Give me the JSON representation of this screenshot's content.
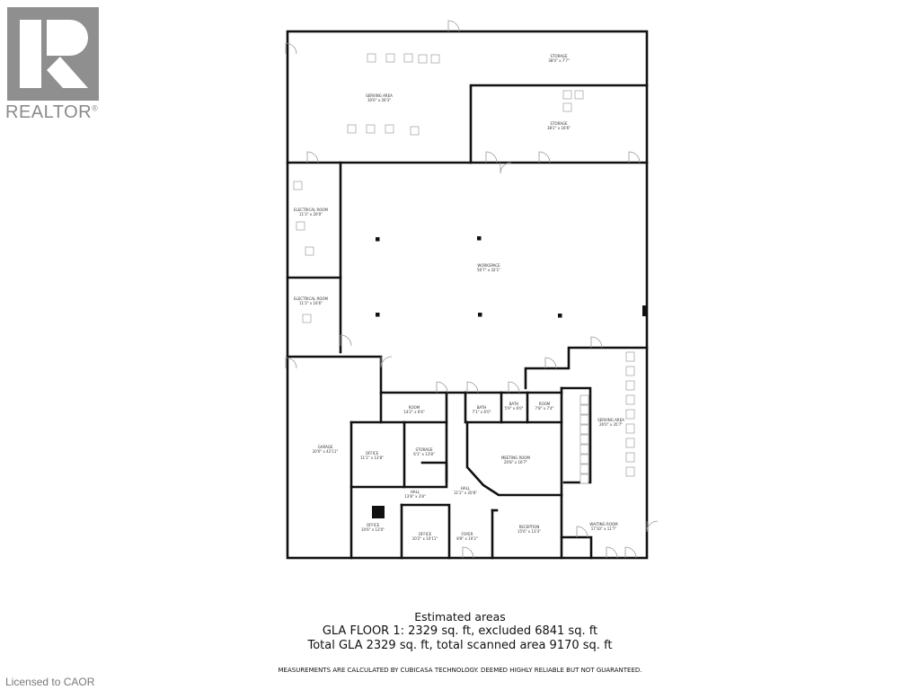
{
  "logo": {
    "text": "REALTOR",
    "mark": "®"
  },
  "rooms": [
    {
      "name": "SERVING AREA",
      "dims": "30'6\" x 26'3\""
    },
    {
      "name": "STORAGE",
      "dims": "38'0\" x 7'7\""
    },
    {
      "name": "STORAGE",
      "dims": "38'2\" x 16'6\""
    },
    {
      "name": "ELECTRICAL ROOM",
      "dims": "11'3\" x 20'0\""
    },
    {
      "name": "ELECTRICAL ROOM",
      "dims": "11'3\" x 16'6\""
    },
    {
      "name": "WORKSPACE",
      "dims": "56'7\" x 32'1\""
    },
    {
      "name": "GARAGE",
      "dims": "20'0\" x 42'11\""
    },
    {
      "name": "ROOM",
      "dims": "14'2\" x 6'6\""
    },
    {
      "name": "OFFICE",
      "dims": "11'1\" x 13'8\""
    },
    {
      "name": "STORAGE",
      "dims": "6'1\" x 13'8\""
    },
    {
      "name": "HALL",
      "dims": "13'8\" x 3'8\""
    },
    {
      "name": "OFFICE",
      "dims": "10'6\" x 13'0\""
    },
    {
      "name": "OFFICE",
      "dims": "10'2\" x 10'11\""
    },
    {
      "name": "BATH",
      "dims": "7'1\" x 6'0\""
    },
    {
      "name": "BATH",
      "dims": "5'9\" x 6'0\""
    },
    {
      "name": "ROOM",
      "dims": "7'8\" x 7'4\""
    },
    {
      "name": "MEETING ROOM",
      "dims": "20'8\" x 16'7\""
    },
    {
      "name": "HALL",
      "dims": "11'2\" x 20'8\""
    },
    {
      "name": "FOYER",
      "dims": "8'8\" x 10'2\""
    },
    {
      "name": "RECEPTION",
      "dims": "15'6\" x 13'3\""
    },
    {
      "name": "SERVING AREA",
      "dims": "26'0\" x 35'7\""
    },
    {
      "name": "WAITING ROOM",
      "dims": "17'10\" x 11'7\""
    }
  ],
  "areas": {
    "title": "Estimated areas",
    "line1": "GLA FLOOR 1: 2329 sq. ft, excluded 6841 sq. ft",
    "line2": "Total GLA 2329 sq. ft, total scanned area 9170 sq. ft"
  },
  "disclaimer": "MEASUREMENTS ARE CALCULATED BY CUBICASA TECHNOLOGY. DEEMED HIGHLY RELIABLE BUT NOT GUARANTEED.",
  "license": "Licensed to CAOR",
  "colors": {
    "logo": "#8a8a8a",
    "walls": "#111111"
  }
}
